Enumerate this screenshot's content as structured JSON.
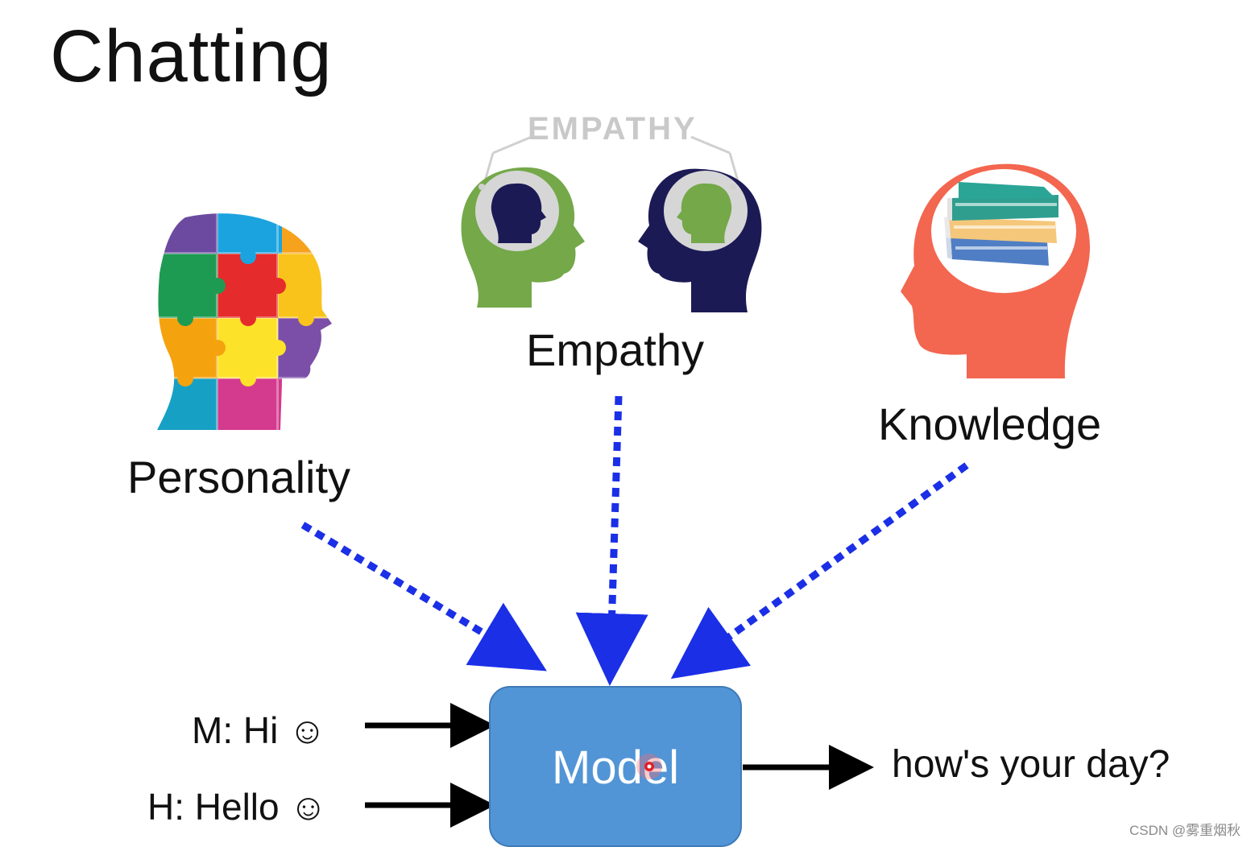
{
  "title": "Chatting",
  "labels": {
    "personality": "Personality",
    "empathy": "Empathy",
    "knowledge": "Knowledge",
    "empathy_badge": "EMPATHY"
  },
  "inputs": {
    "machine": "M: Hi ☺",
    "human": "H: Hello ☺"
  },
  "model": {
    "label": "Model"
  },
  "output": {
    "text": "how's your day?"
  },
  "watermark": "CSDN @雾重烟秋",
  "icons": [
    "puzzle-head-icon",
    "empathy-heads-icon",
    "book-head-icon"
  ],
  "colors": {
    "arrow_dashed": "#1b2fe6",
    "arrow_solid": "#000000",
    "model_fill": "#5295d6",
    "head_green": "#74a849",
    "head_navy": "#1c1a55",
    "head_coral": "#f3664f"
  }
}
